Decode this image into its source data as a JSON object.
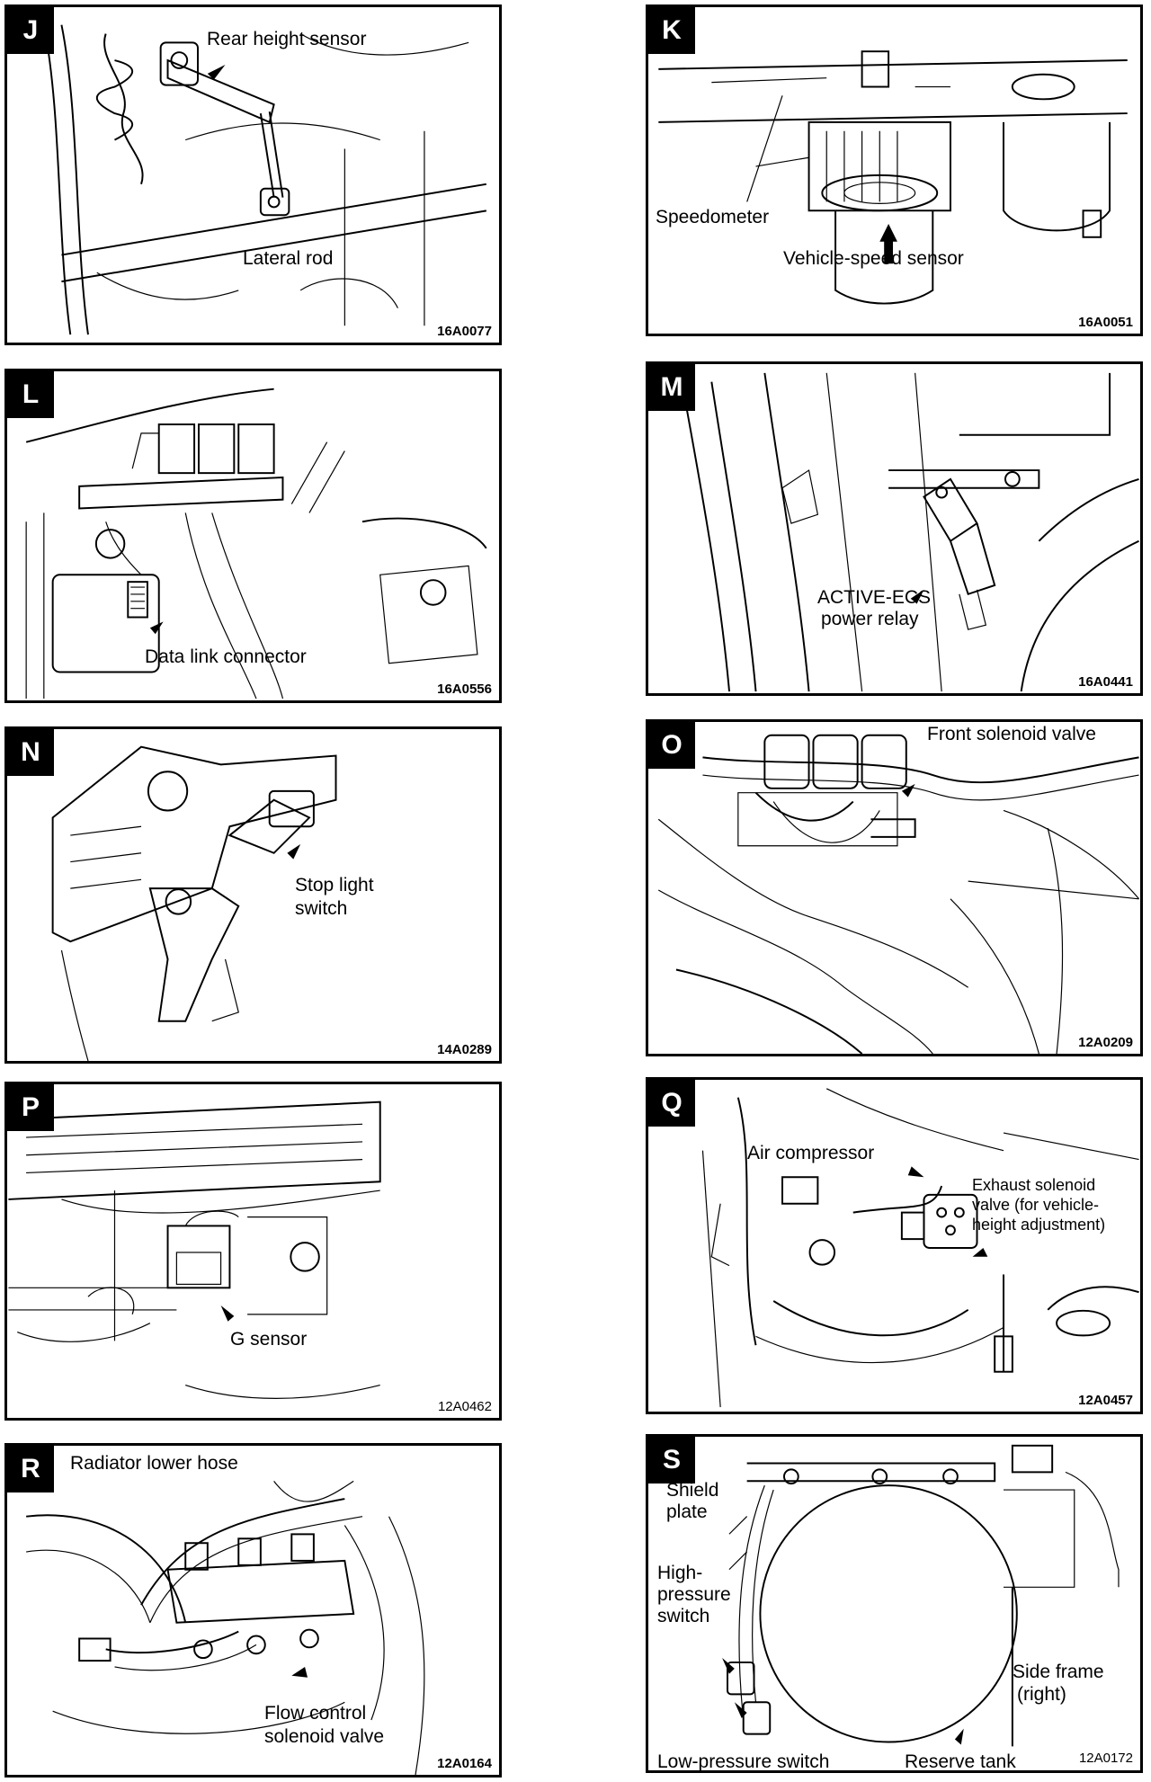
{
  "panels": {
    "J": {
      "letter": "J",
      "code": "16A0077",
      "labels": [
        "Rear height sensor",
        "Lateral rod"
      ]
    },
    "K": {
      "letter": "K",
      "code": "16A0051",
      "labels": [
        "Speedometer",
        "Vehicle-speed sensor"
      ]
    },
    "L": {
      "letter": "L",
      "code": "16A0556",
      "labels": [
        "Data link connector"
      ]
    },
    "M": {
      "letter": "M",
      "code": "16A0441",
      "labels": [
        "ACTIVE-ECS",
        "power relay"
      ]
    },
    "N": {
      "letter": "N",
      "code": "14A0289",
      "labels": [
        "Stop light",
        "switch"
      ]
    },
    "O": {
      "letter": "O",
      "code": "12A0209",
      "labels": [
        "Front solenoid valve"
      ]
    },
    "P": {
      "letter": "P",
      "code": "12A0462",
      "labels": [
        "G sensor"
      ]
    },
    "Q": {
      "letter": "Q",
      "code": "12A0457",
      "labels": [
        "Air compressor",
        "Exhaust solenoid",
        "valve (for vehicle-",
        "height adjustment)"
      ]
    },
    "R": {
      "letter": "R",
      "code": "12A0164",
      "labels": [
        "Radiator lower hose",
        "Flow control",
        "solenoid valve"
      ]
    },
    "S": {
      "letter": "S",
      "code": "12A0172",
      "labels": [
        "Shield",
        "plate",
        "High-",
        "pressure",
        "switch",
        "Side frame",
        "(right)",
        "Low-pressure switch",
        "Reserve tank"
      ]
    }
  }
}
